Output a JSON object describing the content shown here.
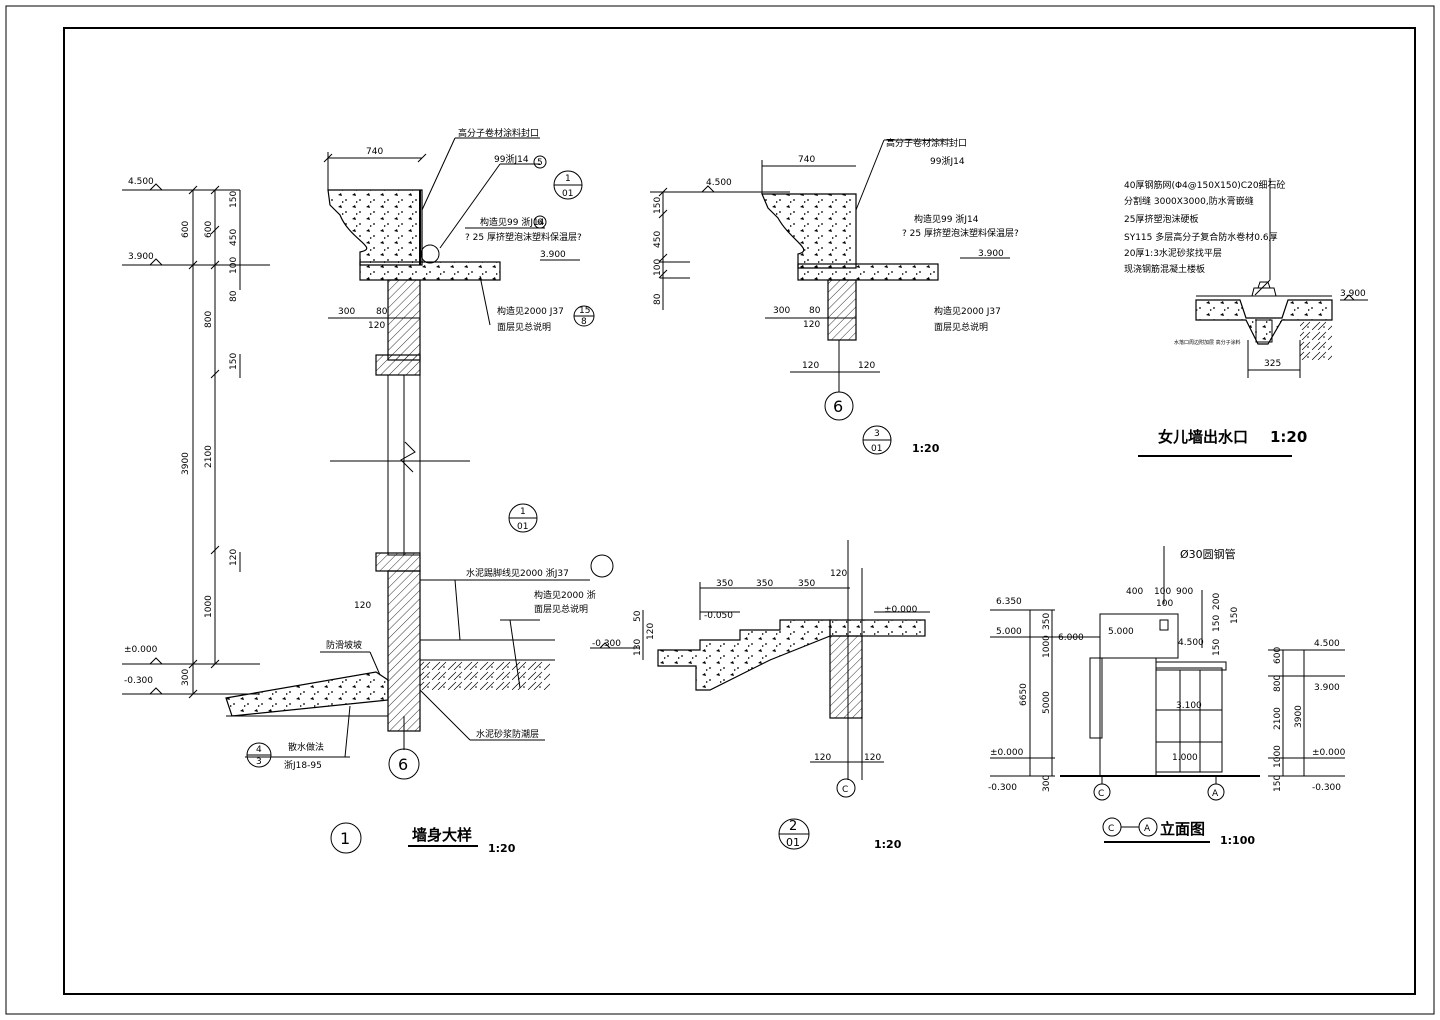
{
  "sheet": {
    "frame_color": "#000000",
    "background": "#ffffff"
  },
  "detail1": {
    "title": "墙身大样",
    "scale": "1:20",
    "index_num": "1",
    "index_ref_top": "1",
    "index_ref_bottom": "01",
    "mid_ref_top": "1",
    "mid_ref_bottom": "01",
    "label_740": "740",
    "note_sealant": "高分子卷材涂料封口",
    "note_99j14": "99浙J14",
    "note_ref5": "5",
    "note_ref6": "6",
    "note_structure": "构造见99 浙J14",
    "note_insul": "? 25 厚挤塑泡沫塑料保温层?",
    "note_j37": "构造见2000 J37",
    "note_surface": "面层见总说明",
    "ref15_top": "15",
    "ref15_bottom": "8",
    "el_4500": "4.500",
    "el_3900": "3.900",
    "el_3900b": "3.900",
    "el_000": "±0.000",
    "el_m030": "-0.300",
    "dims_left": [
      "600",
      "3900",
      "300"
    ],
    "dims_mid": [
      "150",
      "450",
      "100",
      "80",
      "800",
      "150",
      "2100",
      "120",
      "1000"
    ],
    "label_600a": "600",
    "label_300": "300",
    "label_80": "80",
    "label_120": "120",
    "label_120b": "120",
    "note_skirting": "水泥踢脚线见2000 浙J37",
    "note_structure2": "构造见2000 浙",
    "note_surface2": "面层见总说明",
    "note_slope": "防滑坡坡",
    "note_apron": "散水做法",
    "note_apron_std": "浙J18-95",
    "apron_ref_top": "4",
    "apron_ref_bottom": "3",
    "note_damp": "水泥砂浆防潮层",
    "axis": "6"
  },
  "detail3": {
    "scale": "1:20",
    "index_top": "3",
    "index_bottom": "01",
    "label_740": "740",
    "note_sealant": "高分子卷材涂料封口",
    "note_99j14": "99浙J14",
    "note_structure": "构造见99 浙J14",
    "note_insul": "? 25 厚挤塑泡沫塑料保温层?",
    "note_j37": "构造见2000 J37",
    "note_surface": "面层见总说明",
    "el_4500": "4.500",
    "el_3900": "3.900",
    "dims": [
      "150",
      "450",
      "100",
      "80"
    ],
    "label_300": "300",
    "label_80": "80",
    "label_120": "120",
    "label_120a": "120",
    "label_120b": "120",
    "axis": "6"
  },
  "outlet": {
    "title": "女儿墙出水口",
    "scale": "1:20",
    "layers": [
      "40厚钢筋网(Φ4@150X150)C20细石砼",
      "分割缝 3000X3000,防水膏嵌缝",
      "25厚挤塑泡沫硬板",
      "SY115 多层高分子复合防水卷材0.6厚",
      "20厚1:3水泥砂浆找平层",
      "现浇钢筋混凝土楼板"
    ],
    "el_3900": "3.900",
    "label_325": "325",
    "note_small": "水落口周边附加层 高分子涂料"
  },
  "detail2": {
    "scale": "1:20",
    "index_top": "2",
    "index_bottom": "01",
    "steps": [
      "350",
      "350",
      "350"
    ],
    "label_120": "120",
    "el_m050": "-0.050",
    "el_m030": "-0.300",
    "el_000": "±0.000",
    "dims_left": [
      "50",
      "120",
      "130"
    ],
    "label_120a": "120",
    "label_120b": "120",
    "axis": "C"
  },
  "elevation": {
    "title": "立面图",
    "axis_from": "C",
    "axis_to": "A",
    "scale": "1:100",
    "note_pipe": "Ø30圆钢管",
    "top_dims": [
      "400",
      "100",
      "900"
    ],
    "label_100": "100",
    "el_6350": "6.350",
    "el_5000": "5.000",
    "el_6000": "6.000",
    "el_5000b": "5.000",
    "el_4500": "4.500",
    "el_3100": "3.100",
    "el_1000": "1.000",
    "el_000": "±0.000",
    "el_m030": "-0.300",
    "left_dims": [
      "350",
      "1000",
      "5000",
      "300"
    ],
    "total_dim": "6650",
    "r_4500": "4.500",
    "r_3900": "3.900",
    "r_000": "±0.000",
    "r_m030": "-0.300",
    "right_dims": [
      "600",
      "800",
      "2100",
      "1000",
      "150"
    ],
    "right_total": "3900",
    "top_small": [
      "200",
      "150",
      "150",
      "150"
    ]
  }
}
